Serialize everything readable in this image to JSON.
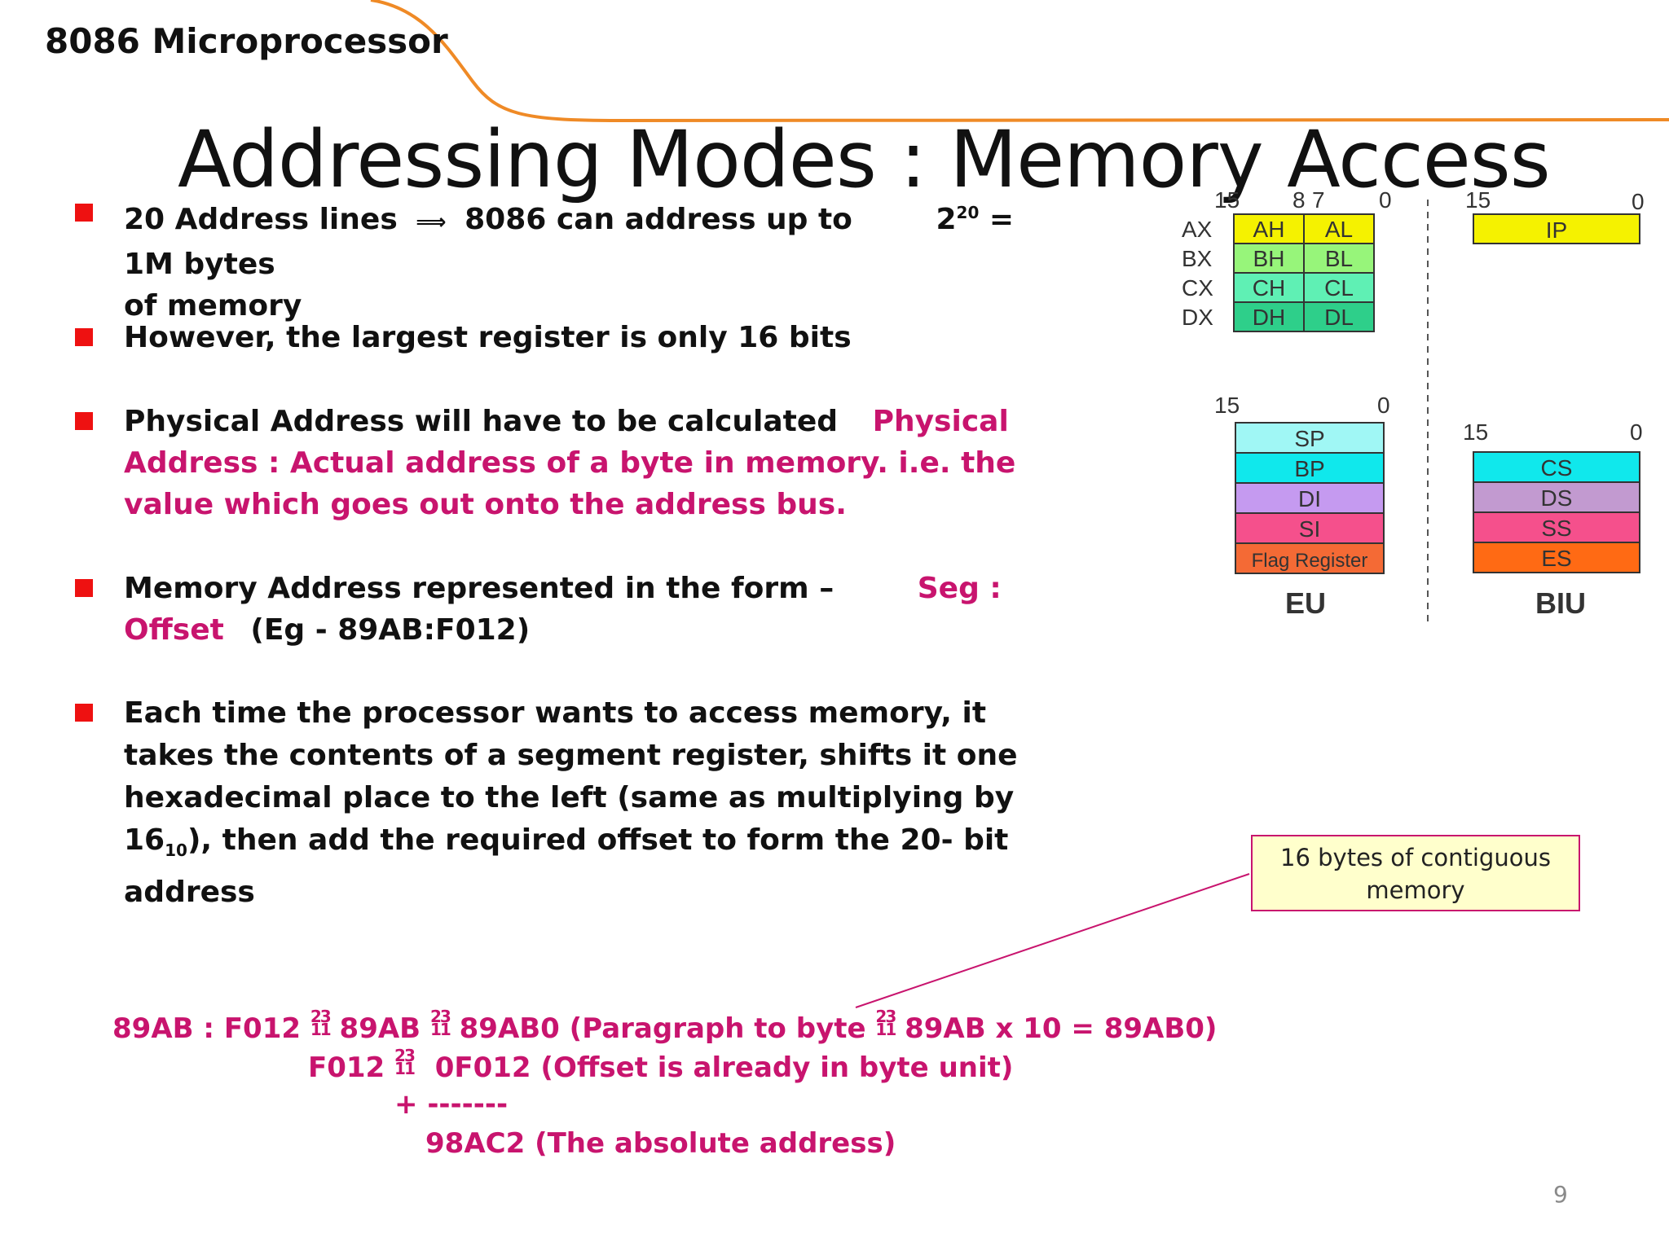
{
  "header": {
    "title": "8086 Microprocessor"
  },
  "slide": {
    "title": "Addressing Modes : Memory Access",
    "page_number": "9"
  },
  "bullets": [
    {
      "text_a": "20 Address lines",
      "arrow": "⟹",
      "text_b": "8086 can address up to",
      "power_base": "2",
      "power_exp": "20",
      "text_c": "= 1M bytes",
      "text_d": "of memory"
    },
    {
      "text": "However, the largest register is only 16 bits"
    },
    {
      "text_a": "Physical Address will have to be calculated",
      "highlight": "Physical Address : Actual address of a byte in memory. i.e. the value which goes out onto the address bus."
    },
    {
      "text_a": "Memory Address represented in the form –",
      "highlight": "Seg : Offset",
      "text_b": "(Eg - 89AB:F012)"
    },
    {
      "text_a": "Each time the processor wants to  access memory, it takes the contents of a segment register, shifts it one hexadecimal place to the left (same as multiplying by 16",
      "subscript": "10",
      "text_b": "), then add the required offset to form the 20- bit address"
    }
  ],
  "calculation": {
    "line1_a": "89AB : F012",
    "line1_b": "89AB",
    "line1_c": "89AB0  (Paragraph to byte",
    "line1_d": "89AB x 10 = 89AB0)",
    "line2_a": "F012",
    "line2_b": "0F012   (Offset is already in byte unit)",
    "line3": "+ -------",
    "line4": "98AC2   (The absolute address)",
    "symbol_top": "23",
    "symbol_bottom": "11"
  },
  "callout": {
    "line1": "16 bytes of contiguous",
    "line2": "memory"
  },
  "registers": {
    "general": {
      "bits": {
        "high": "15",
        "mid_a": "8",
        "mid_b": "7",
        "low": "0"
      },
      "rows": [
        {
          "name": "AX",
          "high": "AH",
          "low": "AL",
          "color": "#f5f200"
        },
        {
          "name": "BX",
          "high": "BH",
          "low": "BL",
          "color": "#97f57a"
        },
        {
          "name": "CX",
          "high": "CH",
          "low": "CL",
          "color": "#5ff0b4"
        },
        {
          "name": "DX",
          "high": "DH",
          "low": "DL",
          "color": "#2ecf8a"
        }
      ]
    },
    "ip": {
      "bits_high": "15",
      "bits_low": "0",
      "label": "IP",
      "color": "#f5f200"
    },
    "eu": {
      "bits_high": "15",
      "bits_low": "0",
      "rows": [
        {
          "label": "SP",
          "color": "#a0f7f5"
        },
        {
          "label": "BP",
          "color": "#10e8ec"
        },
        {
          "label": "DI",
          "color": "#c59af0"
        },
        {
          "label": "SI",
          "color": "#f5508c"
        },
        {
          "label": "Flag Register",
          "color": "#f46a35"
        }
      ],
      "caption": "EU"
    },
    "biu": {
      "bits_high": "15",
      "bits_low": "0",
      "rows": [
        {
          "label": "CS",
          "color": "#10e8ec"
        },
        {
          "label": "DS",
          "color": "#c29ad0"
        },
        {
          "label": "SS",
          "color": "#f5508c"
        },
        {
          "label": "ES",
          "color": "#ff6a14"
        }
      ],
      "caption": "BIU"
    }
  },
  "colors": {
    "accent": "#c8146e",
    "bullet": "#ee1111",
    "swoosh": "#ef8a26",
    "callout_bg": "#ffffcc"
  }
}
